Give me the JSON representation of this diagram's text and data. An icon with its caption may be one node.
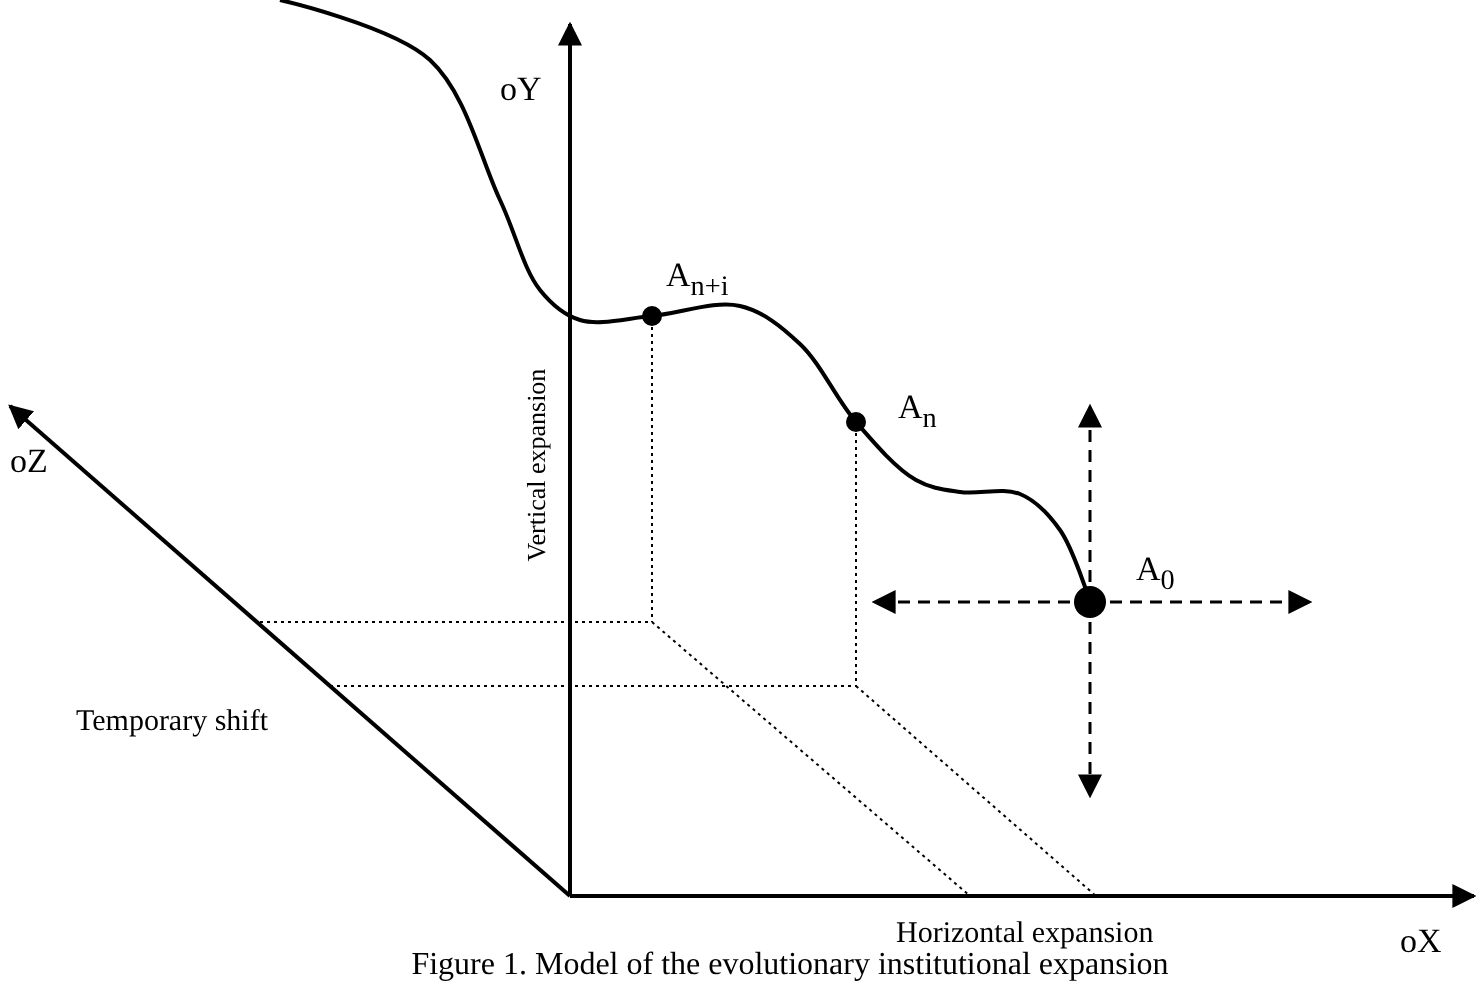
{
  "diagram": {
    "caption": "Figure 1. Model of the evolutionary institutional expansion",
    "nodes": [
      {
        "text": [],
        "shape": "circle",
        "beside": [
          "A$_{n+i}$"
        ]
      },
      {
        "text": [],
        "shape": "circle",
        "beside": [
          "A$_{n}$"
        ]
      },
      {
        "text": [],
        "shape": "circle",
        "beside": [
          "A$_{0}$"
        ]
      }
    ],
    "labels": [
      "oY",
      "oZ",
      "Vertical expansion",
      "Temporary shift",
      "Horizontal expansion",
      "oX"
    ]
  }
}
